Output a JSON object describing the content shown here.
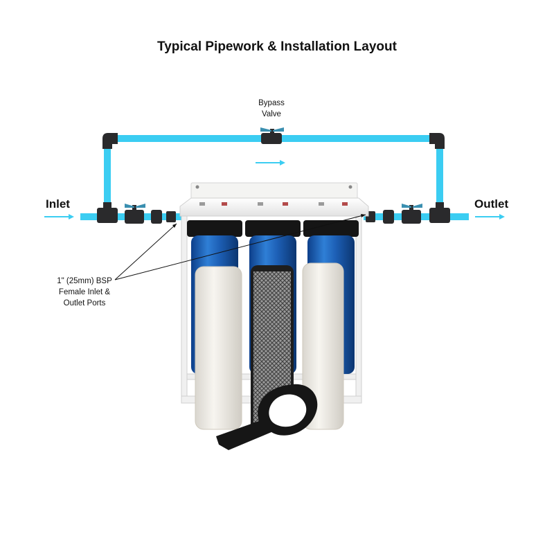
{
  "title": "Typical Pipework & Installation Layout",
  "labels": {
    "inlet": "Inlet",
    "outlet": "Outlet",
    "bypass_line1": "Bypass",
    "bypass_line2": "Valve",
    "ports_line1": "1\" (25mm) BSP",
    "ports_line2": "Female Inlet &",
    "ports_line3": "Outlet Ports"
  },
  "colors": {
    "pipe": "#3bcdf2",
    "fitting": "#2a2a2c",
    "valve_handle": "#3a8fb0",
    "housing_blue": "#1f63b8",
    "bracket": "#f2f2f2",
    "flow_arrow": "#3bcdf2"
  },
  "components": [
    "sediment-cartridge",
    "carbon-block-cartridge",
    "sediment-cartridge",
    "housing-wrench"
  ]
}
